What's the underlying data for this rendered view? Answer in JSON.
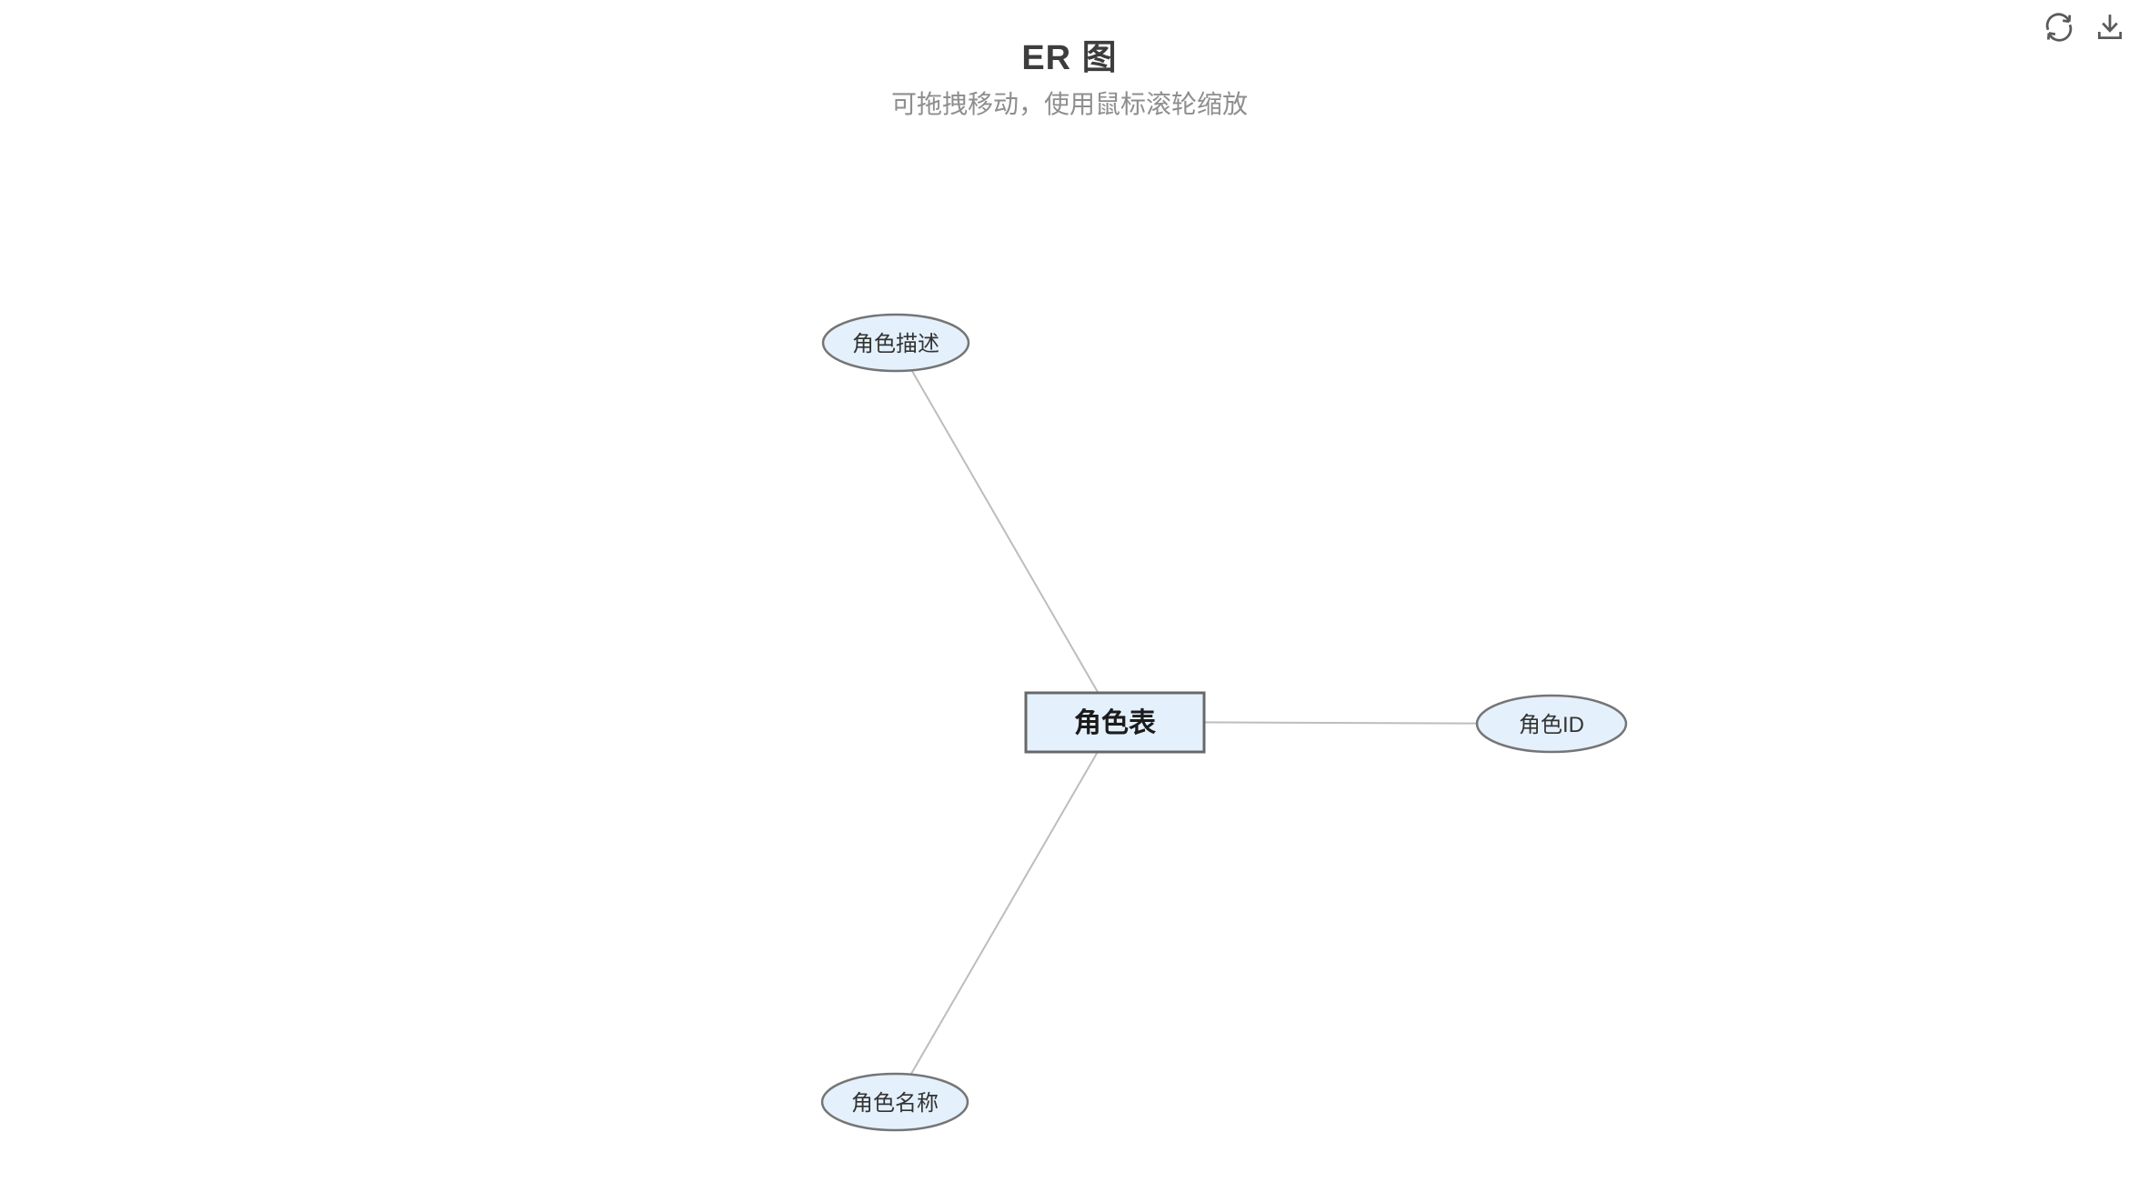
{
  "header": {
    "title": "ER 图",
    "subtitle": "可拖拽移动，使用鼠标滚轮缩放"
  },
  "toolbar": {
    "refresh_icon": "refresh-circular-arrows",
    "download_icon": "download-arrow-tray"
  },
  "diagram": {
    "entity": {
      "label": "角色表"
    },
    "attributes": [
      {
        "label": "角色描述"
      },
      {
        "label": "角色ID"
      },
      {
        "label": "角色名称"
      }
    ],
    "edges": [
      {
        "from": "角色表",
        "to": "角色描述"
      },
      {
        "from": "角色表",
        "to": "角色ID"
      },
      {
        "from": "角色表",
        "to": "角色名称"
      }
    ]
  },
  "colors": {
    "node_fill": "#e4f1fc",
    "entity_border": "#686868",
    "ellipse_border": "#757575",
    "edge_line": "#bdbdbd",
    "title_text": "#3d3d3d",
    "subtitle_text": "#8e8e8e",
    "icon": "#5a5a5a"
  }
}
